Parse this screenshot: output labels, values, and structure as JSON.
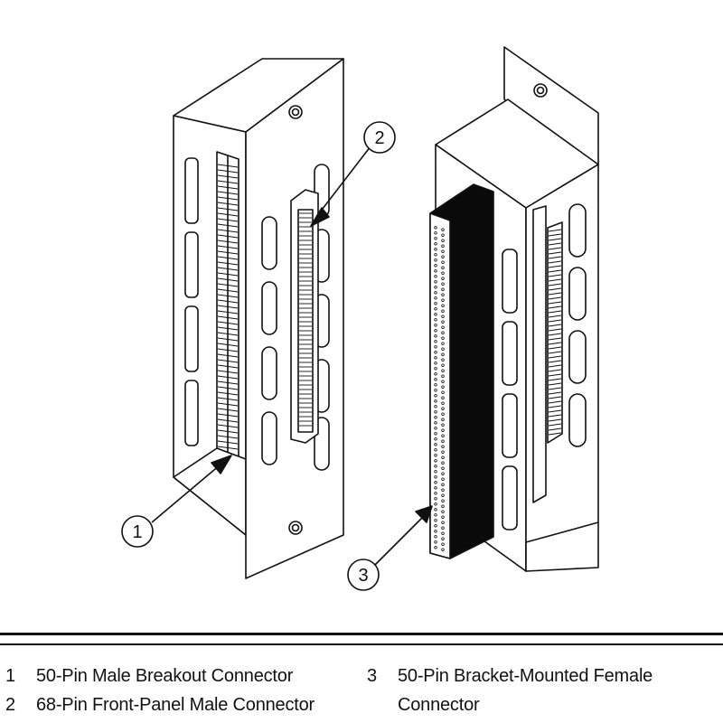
{
  "callouts": [
    {
      "num": "1"
    },
    {
      "num": "2"
    },
    {
      "num": "3"
    }
  ],
  "legend": {
    "items": [
      {
        "num": "1",
        "text": "50-Pin Male Breakout Connector"
      },
      {
        "num": "2",
        "text": "68-Pin Front-Panel Male Connector"
      },
      {
        "num": "3",
        "text": "50-Pin Bracket-Mounted Female",
        "text2": "Connector"
      }
    ]
  },
  "colors": {
    "ink": "#111111",
    "paper": "#ffffff",
    "connector_fill": "#0a0a0a"
  }
}
